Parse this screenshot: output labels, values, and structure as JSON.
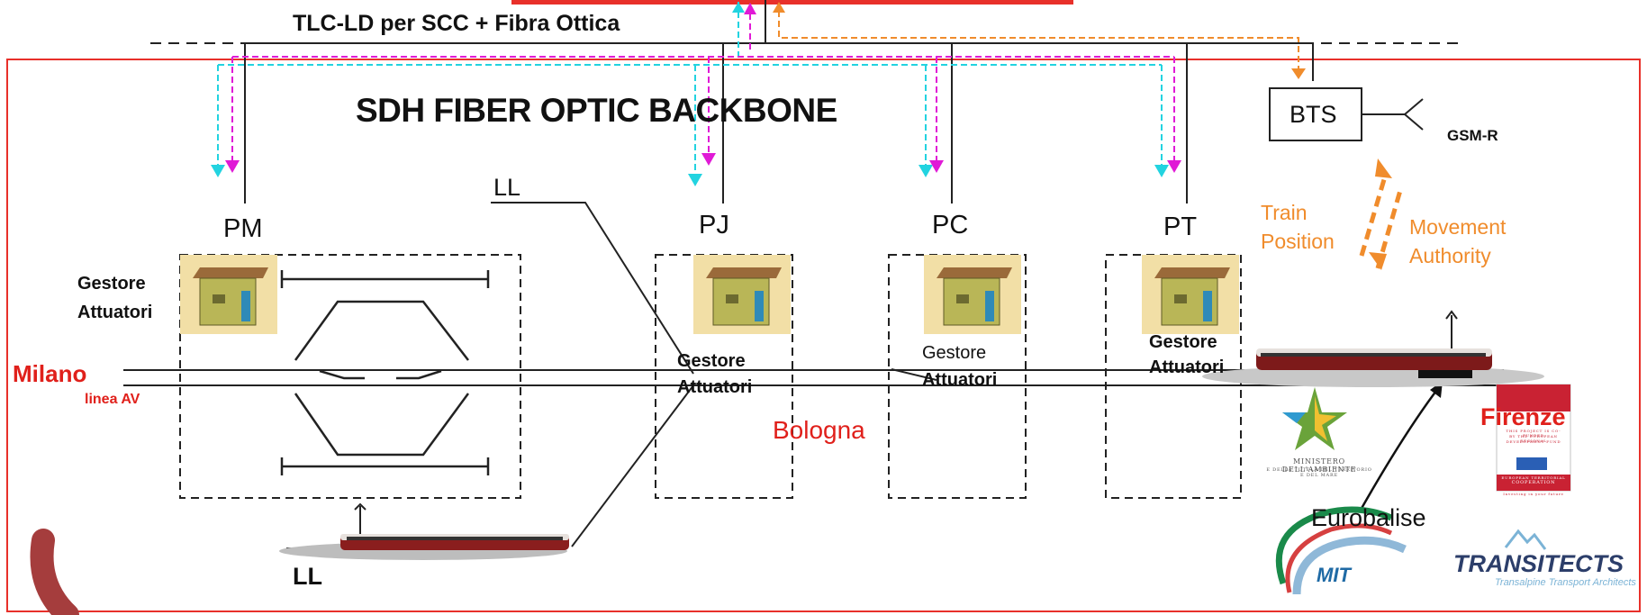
{
  "labels": {
    "tlc": "TLC-LD per SCC + Fibra Ottica",
    "backbone": "SDH FIBER OPTIC BACKBONE",
    "bts": "BTS",
    "gsmr": "GSM-R",
    "ll_top": "LL",
    "ll_bottom": "LL",
    "train_position": [
      "Train",
      "Position"
    ],
    "movement_authority": [
      "Movement",
      "Authority"
    ],
    "eurobalise": "Eurobalise",
    "milano": "Milano",
    "linea_av": "linea AV",
    "bologna": "Bologna",
    "firenze": "Firenze"
  },
  "nodes": [
    {
      "id": "PM",
      "label": "PM",
      "gestore": [
        "Gestore",
        "Attuatori"
      ]
    },
    {
      "id": "PJ",
      "label": "PJ",
      "gestore": [
        "Gestore",
        "Attuatori"
      ]
    },
    {
      "id": "PC",
      "label": "PC",
      "gestore": [
        "Gestore",
        "Attuatori"
      ]
    },
    {
      "id": "PT",
      "label": "PT",
      "gestore": [
        "Gestore",
        "Attuatori"
      ]
    }
  ],
  "logos": {
    "ministero": [
      "MINISTERO DELL'AMBIENTE",
      "E DELLA TUTELA DEL TERRITORIO E DEL MARE"
    ],
    "eu_card": [
      "THIS PROJECT IS CO-FUNDED",
      "BY THE EUROPEAN REGIONAL",
      "DEVELOPMENT FUND",
      "EUROPEAN TERRITORIAL",
      "COOPERATION",
      "Investing in your future"
    ],
    "mit": "MIT",
    "transitects": "TRANSITECTS",
    "transitects_sub": "Transalpine Transport Architects"
  },
  "colors": {
    "frame": "#e8302a",
    "cyan": "#22d3e0",
    "magenta": "#e01ad6",
    "orange": "#f08c2c",
    "red_text": "#e0201b",
    "hut_wall": "#b9b657",
    "hut_roof": "#9a6a3a",
    "hut_bg": "#f2dfa6",
    "swoosh": "#a53d3d"
  }
}
